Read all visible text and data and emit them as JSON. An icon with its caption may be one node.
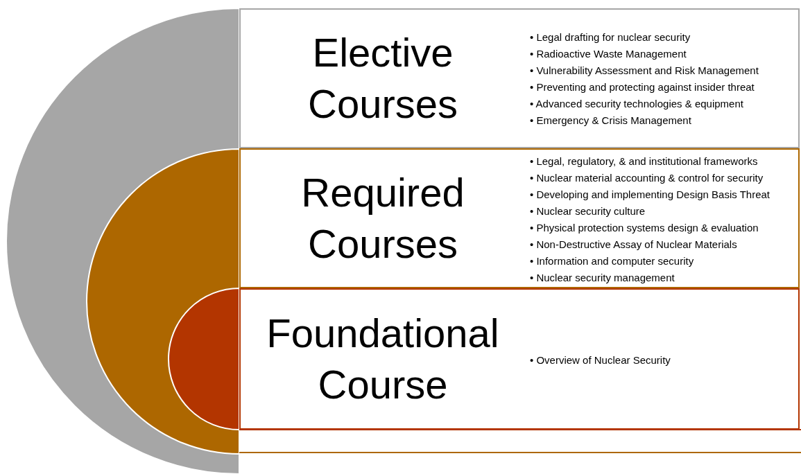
{
  "diagram": {
    "nodes": [
      {
        "text": [
          "Elective Courses",
          "• Legal drafting for nuclear security",
          "• Radioactive Waste Management",
          "• Vulnerability Assessment and Risk Management",
          "• Preventing and protecting against insider threat",
          "• Advanced security technologies & equipment",
          "• Emergency & Crisis Management"
        ]
      },
      {
        "text": [
          "Required Courses",
          "• Legal, regulatory, & and institutional frameworks",
          "• Nuclear material accounting & control for security",
          "• Developing and implementing Design Basis Threat",
          "• Nuclear security culture",
          "• Physical protection systems design & evaluation",
          "• Non-Destructive Assay of Nuclear Materials",
          "• Information and computer security",
          "• Nuclear security management"
        ]
      },
      {
        "text": [
          "Foundational Course",
          "• Overview of Nuclear Security"
        ]
      }
    ],
    "edges": []
  }
}
